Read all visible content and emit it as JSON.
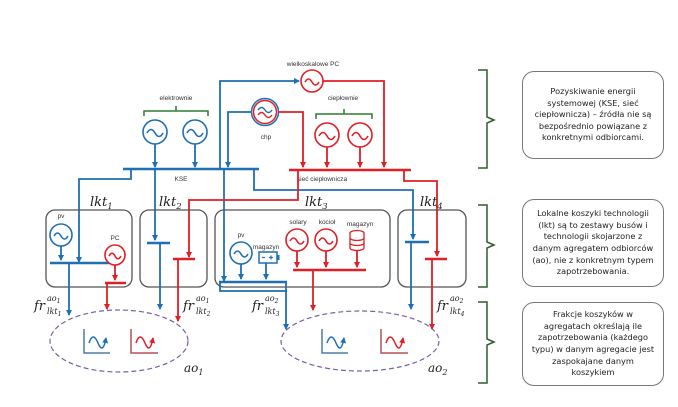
{
  "colors": {
    "electric": "#1f6fb5",
    "heat": "#e01f26",
    "bracket": "#2e7d32",
    "aggregate_ellipse": "#7a5fa8",
    "basket_border": "#555555"
  },
  "system_sources": {
    "power_plants_label": "elektrownie",
    "heat_plants_label": "ciepłownie",
    "large_hp_label": "wielkoskalowe PC",
    "chp_label": "chp",
    "kse_label": "KSE",
    "heat_network_label": "sieć ciepłownicza"
  },
  "baskets": [
    {
      "id": "lkt1",
      "base": "lkt",
      "sub": "1",
      "techs": [
        "pv",
        "PC"
      ]
    },
    {
      "id": "lkt2",
      "base": "lkt",
      "sub": "2",
      "techs": []
    },
    {
      "id": "lkt3",
      "base": "lkt",
      "sub": "3",
      "techs": [
        "pv",
        "magazyn",
        "solary",
        "kocioł",
        "magazyn"
      ]
    },
    {
      "id": "lkt4",
      "base": "lkt",
      "sub": "4",
      "techs": []
    }
  ],
  "fractions": [
    {
      "base": "fr",
      "sup": "ao",
      "sup_sub": "1",
      "sub": "lkt",
      "sub_sub": "1"
    },
    {
      "base": "fr",
      "sup": "ao",
      "sup_sub": "1",
      "sub": "lkt",
      "sub_sub": "2"
    },
    {
      "base": "fr",
      "sup": "ao",
      "sup_sub": "2",
      "sub": "lkt",
      "sub_sub": "3"
    },
    {
      "base": "fr",
      "sup": "ao",
      "sup_sub": "2",
      "sub": "lkt",
      "sub_sub": "4"
    }
  ],
  "aggregates": [
    {
      "base": "ao",
      "sub": "1"
    },
    {
      "base": "ao",
      "sub": "2"
    }
  ],
  "notes": [
    {
      "text": "Pozyskiwanie energii systemowej (KSE, sieć ciepłownicza) – źródła nie są bezpośrednio powiązane z konkretnymi odbiorcami."
    },
    {
      "text": "Lokalne koszyki technologii (lkt) są to zestawy busów i technologii skojarzone z danym agregatem odbiorców (ao), nie z konkretnym typem zapotrzebowania."
    },
    {
      "text": "Frakcje koszyków w agregatach określają ile zapotrzebowania (każdego typu) w danym agregacie jest zaspokajane danym koszykiem"
    }
  ]
}
